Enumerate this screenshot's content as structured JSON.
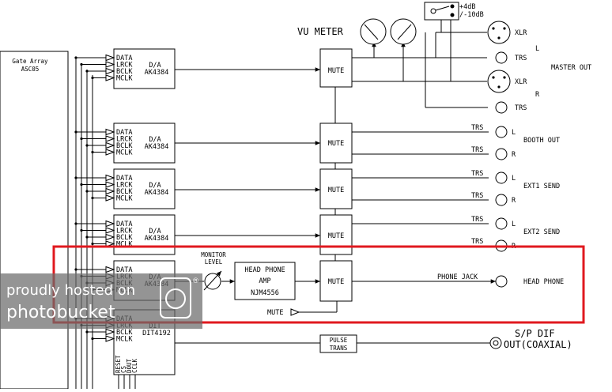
{
  "gate_array": {
    "line1": "Gate Array",
    "line2": "ASC05"
  },
  "dac_blocks": [
    {
      "pins": [
        "DATA",
        "LRCK",
        "BCLK",
        "MCLK"
      ],
      "func": "D/A",
      "chip": "AK4384"
    },
    {
      "pins": [
        "DATA",
        "LRCK",
        "BCLK",
        "MCLK"
      ],
      "func": "D/A",
      "chip": "AK4384"
    },
    {
      "pins": [
        "DATA",
        "LRCK",
        "BCLK",
        "MCLK"
      ],
      "func": "D/A",
      "chip": "AK4384"
    },
    {
      "pins": [
        "DATA",
        "LRCK",
        "BCLK",
        "MCLK"
      ],
      "func": "D/A",
      "chip": "AK4384"
    },
    {
      "pins": [
        "DATA",
        "LRCK",
        "BCLK",
        "MCLK"
      ],
      "func": "D/A",
      "chip": "AK4384"
    }
  ],
  "dit_block": {
    "pins": [
      "DATA",
      "LRCK",
      "BCLK",
      "MCLK"
    ],
    "func": "DIT",
    "chip": "DIT4192",
    "bottom_pins": [
      "RESET",
      "CS",
      "DOUT",
      "CCLK"
    ]
  },
  "mute_label": "MUTE",
  "vu_meter": {
    "label": "VU METER"
  },
  "pad_switch": {
    "plus": "+4dB",
    "minus": "/-10dB"
  },
  "master": {
    "xlr_label": "XLR",
    "trs_label": "TRS",
    "left": "L",
    "right": "R",
    "out_label": "MASTER OUT"
  },
  "outputs": [
    {
      "trs": "TRS",
      "left": "L",
      "right": "R",
      "name": "BOOTH OUT"
    },
    {
      "trs": "TRS",
      "left": "L",
      "right": "R",
      "name": "EXT1 SEND"
    },
    {
      "trs": "TRS",
      "left": "L",
      "right": "R",
      "name": "EXT2 SEND"
    }
  ],
  "monitor_level": {
    "line1": "MONITOR",
    "line2": "LEVEL"
  },
  "headphone_amp": {
    "line1": "HEAD PHONE",
    "line2": "AMP",
    "chip": "NJM4556"
  },
  "phone_jack_label": "PHONE JACK",
  "head_phone_label": "HEAD PHONE",
  "mute_control_label": "MUTE",
  "pulse_trans": {
    "line1": "PULSE",
    "line2": "TRANS"
  },
  "spdif": {
    "line1": "S/P DIF",
    "line2": "OUT(COAXIAL)"
  },
  "highlight_color": "#e0191f",
  "watermark": {
    "line1": "proudly hosted on",
    "line2": "photobucket",
    "reg": "®"
  }
}
